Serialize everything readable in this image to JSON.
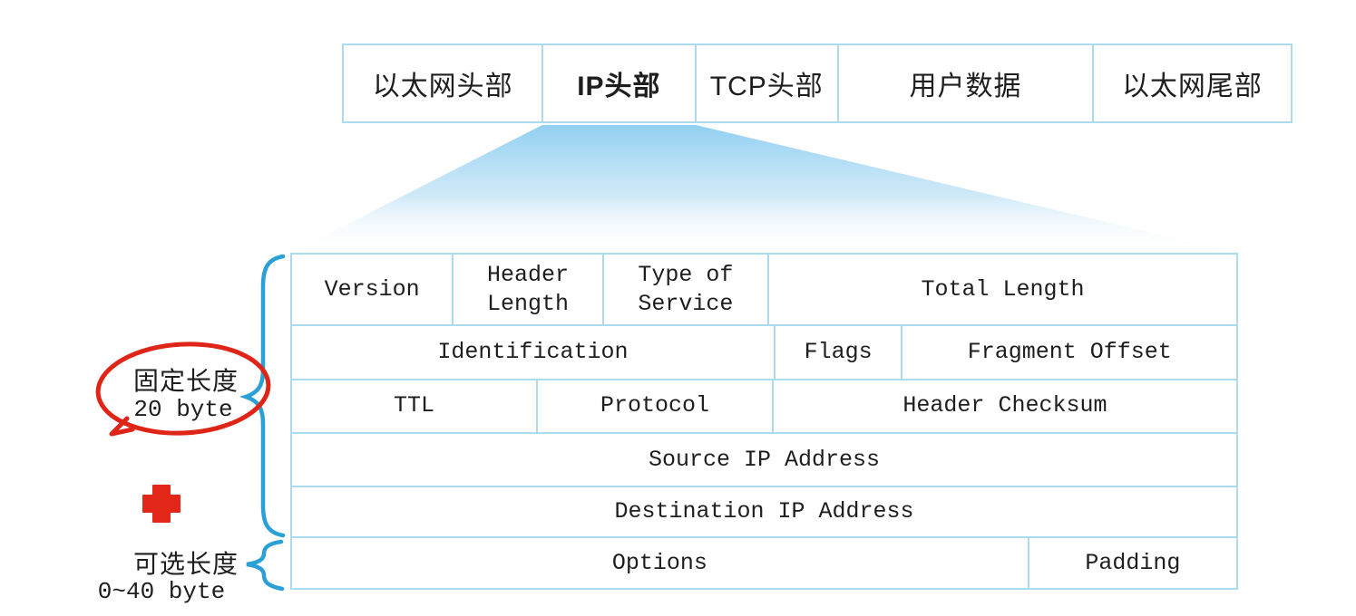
{
  "diagram_title": "Ethernet frame with IP header breakdown",
  "strip": {
    "cells": [
      {
        "label": "以太网头部",
        "bold": false
      },
      {
        "label": "IP头部",
        "bold": true
      },
      {
        "label": "TCP头部",
        "bold": false
      },
      {
        "label": "用户数据",
        "bold": false
      },
      {
        "label": "以太网尾部",
        "bold": false
      }
    ]
  },
  "table": {
    "row1": {
      "c1": "Version",
      "c2": "Header Length",
      "c3": "Type of Service",
      "c4": "Total Length"
    },
    "row2": {
      "c1": "Identification",
      "c2": "Flags",
      "c3": "Fragment Offset"
    },
    "row3": {
      "c1": "TTL",
      "c2": "Protocol",
      "c3": "Header Checksum"
    },
    "row4": {
      "c1": "Source IP Address"
    },
    "row5": {
      "c1": "Destination IP Address"
    },
    "row6": {
      "c1": "Options",
      "c2": "Padding"
    }
  },
  "annotations": {
    "fixed": {
      "line1": "固定长度",
      "line2": "20 byte"
    },
    "optional": {
      "line1": "可选长度",
      "line2": "0~40 byte"
    }
  },
  "colors": {
    "border_blue": "#abdcee",
    "brace_blue": "#2ba0d6",
    "annotation_red": "#df2517",
    "trapezoid_blue": "#8ccdf1",
    "text": "#1e1e1e",
    "background": "#ffffff"
  }
}
